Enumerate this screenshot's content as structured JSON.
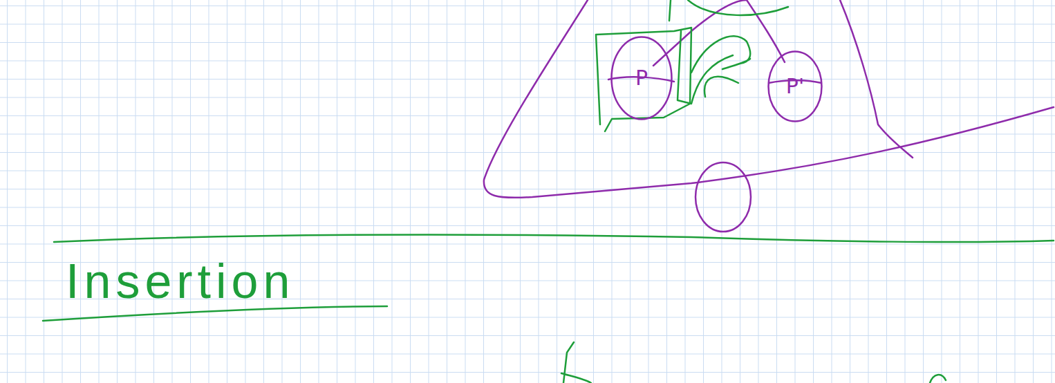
{
  "diagram": {
    "title": "Insertion",
    "nodes": [
      {
        "text": [
          "P"
        ]
      },
      {
        "text": [
          "P'"
        ]
      }
    ]
  }
}
